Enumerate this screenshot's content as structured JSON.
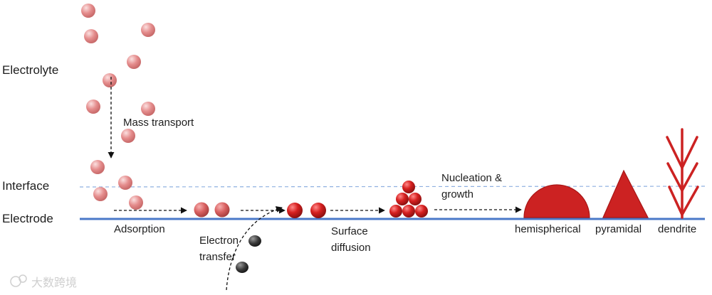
{
  "labels": {
    "electrolyte": "Electrolyte",
    "interface": "Interface",
    "electrode": "Electrode",
    "mass_transport": "Mass transport",
    "adsorption": "Adsorption",
    "electron_transfer_line1": "Electron",
    "electron_transfer_line2": "transfer",
    "surface_diffusion_line1": "Surface",
    "surface_diffusion_line2": "diffusion",
    "nucleation_line1": "Nucleation &",
    "nucleation_line2": "growth",
    "hemispherical": "hemispherical",
    "pyramidal": "pyramidal",
    "dendrite": "dendrite"
  },
  "watermark": "大数跨境",
  "colors": {
    "ion_light": "#e58d8d",
    "ion_dark": "#d62020",
    "electron": "#3a3a3a",
    "electrode_line": "#4a78c8",
    "interface_line": "#8fb0e0",
    "shape_fill": "#cc2222",
    "shape_stroke": "#a81616"
  }
}
